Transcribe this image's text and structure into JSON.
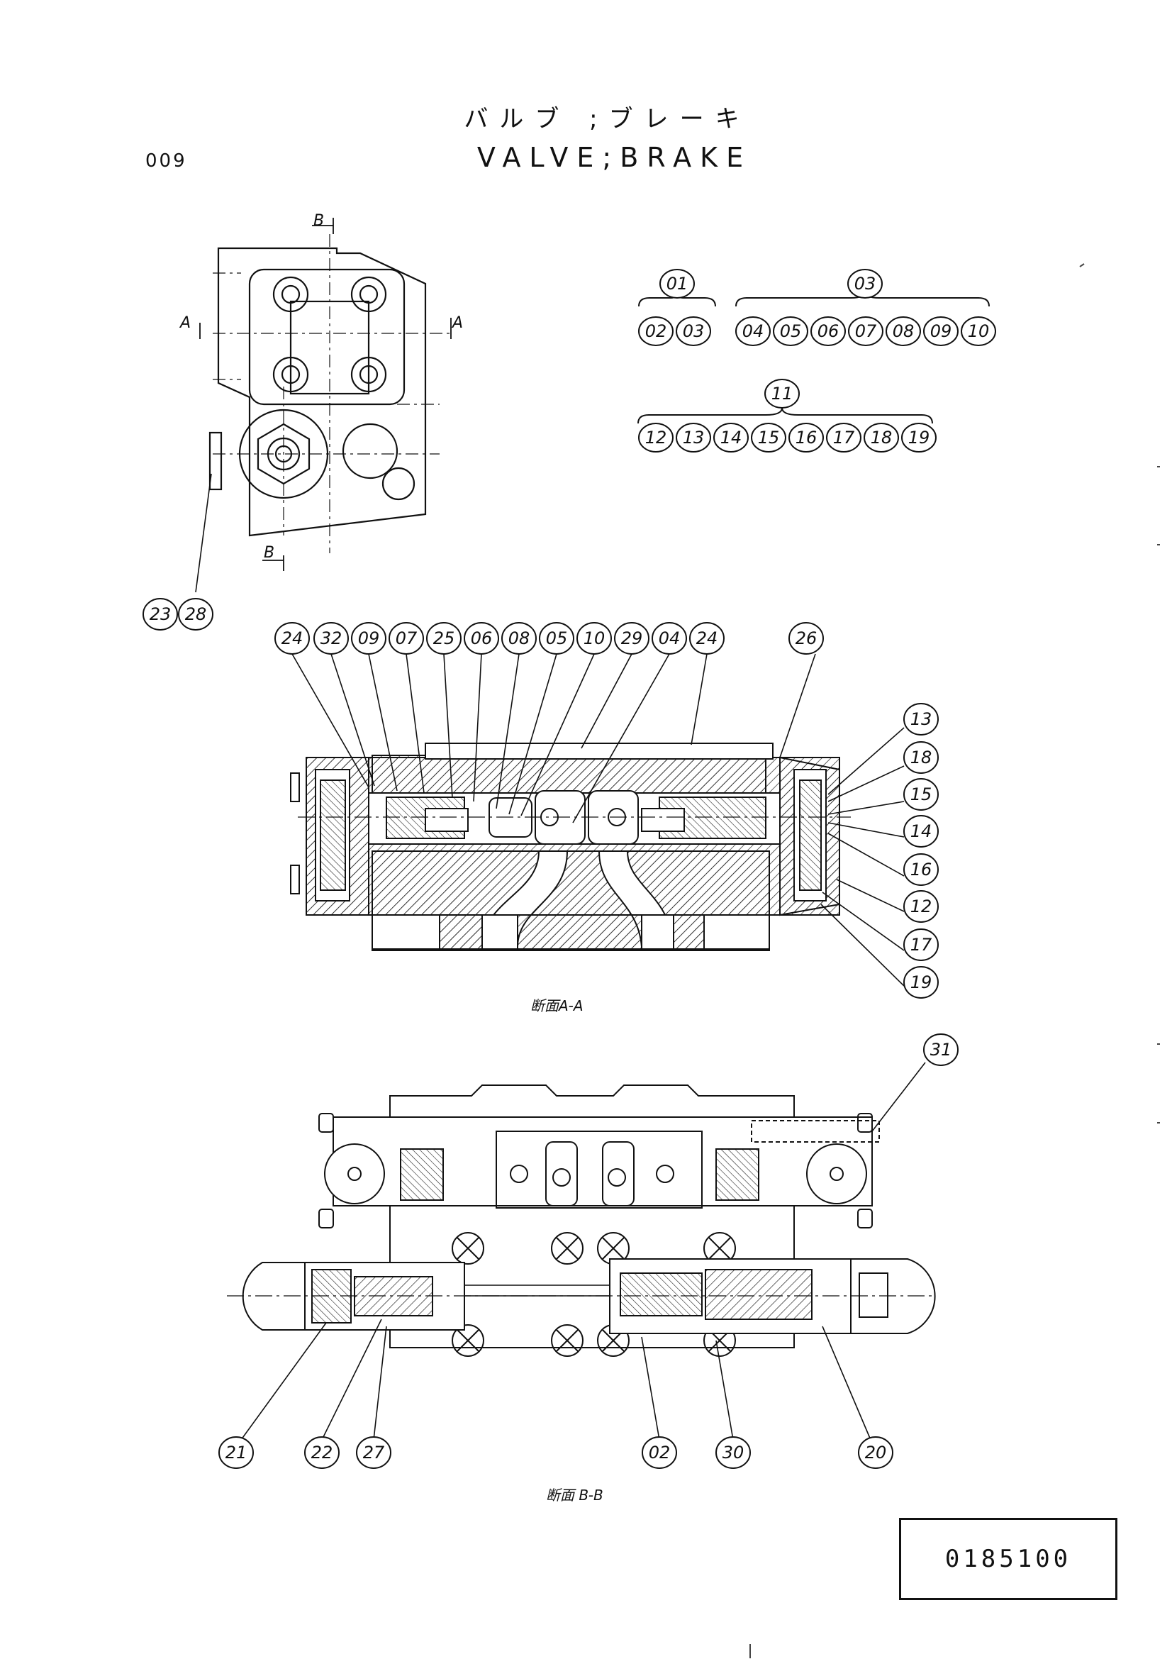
{
  "header": {
    "page_code": "009",
    "title_jp": "バルブ ;ブレーキ",
    "title_en": "VALVE;BRAKE"
  },
  "top_view": {
    "section_markers": [
      "B",
      "A",
      "A",
      "B"
    ],
    "callouts": [
      "23",
      "28"
    ]
  },
  "parts_tree": {
    "group_01": {
      "parent": "01",
      "children": [
        "02",
        "03"
      ]
    },
    "group_03": {
      "parent": "03",
      "children": [
        "04",
        "05",
        "06",
        "07",
        "08",
        "09",
        "10"
      ]
    },
    "group_11": {
      "parent": "11",
      "children": [
        "12",
        "13",
        "14",
        "15",
        "16",
        "17",
        "18",
        "19"
      ]
    }
  },
  "section_aa": {
    "label": "断面A-A",
    "top_callouts": [
      "24",
      "32",
      "09",
      "07",
      "25",
      "06",
      "08",
      "05",
      "10",
      "29",
      "04",
      "24",
      "26"
    ],
    "right_callouts": [
      "13",
      "18",
      "15",
      "14",
      "16",
      "12",
      "17",
      "19"
    ]
  },
  "section_bb": {
    "label": "断面 B-B",
    "callouts": [
      "31",
      "21",
      "22",
      "27",
      "02",
      "30",
      "20"
    ]
  },
  "part_number": "0185100"
}
